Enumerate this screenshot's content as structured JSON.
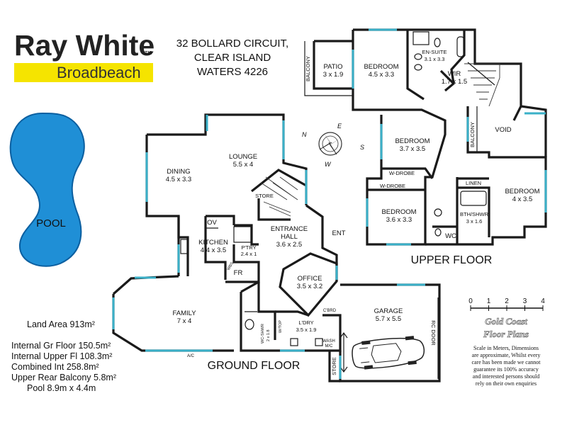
{
  "brand": {
    "name": "Ray White",
    "tm": "TM",
    "office": "Broadbeach",
    "accent": "#f5e400"
  },
  "address": {
    "line1": "32 BOLLARD CIRCUIT,",
    "line2": "CLEAR ISLAND",
    "line3": "WATERS 4226"
  },
  "pool": {
    "label": "POOL",
    "color": "#1f8fd6"
  },
  "floors": {
    "ground": "GROUND FLOOR",
    "upper": "UPPER FLOOR"
  },
  "rooms": {
    "patio": {
      "name": "PATIO",
      "size": "3 x 1.9"
    },
    "balcony_top": {
      "name": "BALCONY"
    },
    "bed1": {
      "name": "BEDROOM",
      "size": "4.5 x 3.3"
    },
    "ensuite": {
      "name": "EN-SUITE",
      "size": "3.1 x 3.3"
    },
    "wir": {
      "name": "WIR",
      "size": "1.7 x 1.5"
    },
    "bed2": {
      "name": "BEDROOM",
      "size": "3.7 x 3.5"
    },
    "wdrobe1": {
      "name": "W-DROBE"
    },
    "wdrobe2": {
      "name": "W-DROBE"
    },
    "void": {
      "name": "VOID"
    },
    "balcony_void": {
      "name": "BALCONY"
    },
    "linen": {
      "name": "LINEN"
    },
    "bed3": {
      "name": "BEDROOM",
      "size": "3.6 x 3.3"
    },
    "bed4": {
      "name": "BEDROOM",
      "size": "4 x 3.5"
    },
    "bthshwr": {
      "name": "BTH/SHWR",
      "size": "3 x 1.6"
    },
    "wc": {
      "name": "WC"
    },
    "lounge": {
      "name": "LOUNGE",
      "size": "5.5 x 4"
    },
    "dining": {
      "name": "DINING",
      "size": "4.5 x 3.3"
    },
    "store1": {
      "name": "STORE"
    },
    "ov": {
      "name": "OV"
    },
    "kitchen": {
      "name": "KITCHEN",
      "size": "4.4 x 3.5"
    },
    "pantry": {
      "name": "P'TRY",
      "size": "2.4 x 1"
    },
    "fr": {
      "name": "FR"
    },
    "wbs": {
      "name": "WBS"
    },
    "entrance": {
      "name": "ENTRANCE",
      "name2": "HALL",
      "size": "3.6 x 2.5"
    },
    "ent": {
      "name": "ENT"
    },
    "office": {
      "name": "OFFICE",
      "size": "3.5 x 3.2"
    },
    "family": {
      "name": "FAMILY",
      "size": "7 x 4"
    },
    "wcshwr": {
      "name": "WC-SHWR",
      "size": "2 x 1.8"
    },
    "wtop": {
      "name": "W/TOP"
    },
    "ldry": {
      "name": "L'DRY",
      "size": "3.5 x 1.9"
    },
    "wash": {
      "name": "WASH",
      "sub": "M/C"
    },
    "cbrd": {
      "name": "C'BRD"
    },
    "garage": {
      "name": "GARAGE",
      "size": "5.7 x 5.5"
    },
    "rcdoor": {
      "name": "RC DOOR"
    },
    "store2": {
      "name": "STORE"
    },
    "ac": {
      "name": "A/C"
    }
  },
  "stats": [
    "Land Area 913m²",
    "Internal Gr Floor 150.5m²",
    "Internal Upper Fl 108.3m²",
    "Combined Int  258.8m²",
    "Upper Rear Balcony 5.8m²",
    "Pool 8.9m x 4.4m"
  ],
  "scale": {
    "ticks": [
      "0",
      "1",
      "2",
      "3",
      "4"
    ]
  },
  "gc_logo": {
    "line1": "Gold Coast",
    "line2": "Floor Plans"
  },
  "disclaimer": [
    "Scale in Meters, Dimensions",
    "are approximate, Whilst every",
    "care has been made we cannot",
    "guarantee its 100% accuracy",
    "and interested persons should",
    "rely on their own enquiries"
  ],
  "compass": {
    "n": "N",
    "s": "S",
    "e": "E",
    "w": "W"
  }
}
